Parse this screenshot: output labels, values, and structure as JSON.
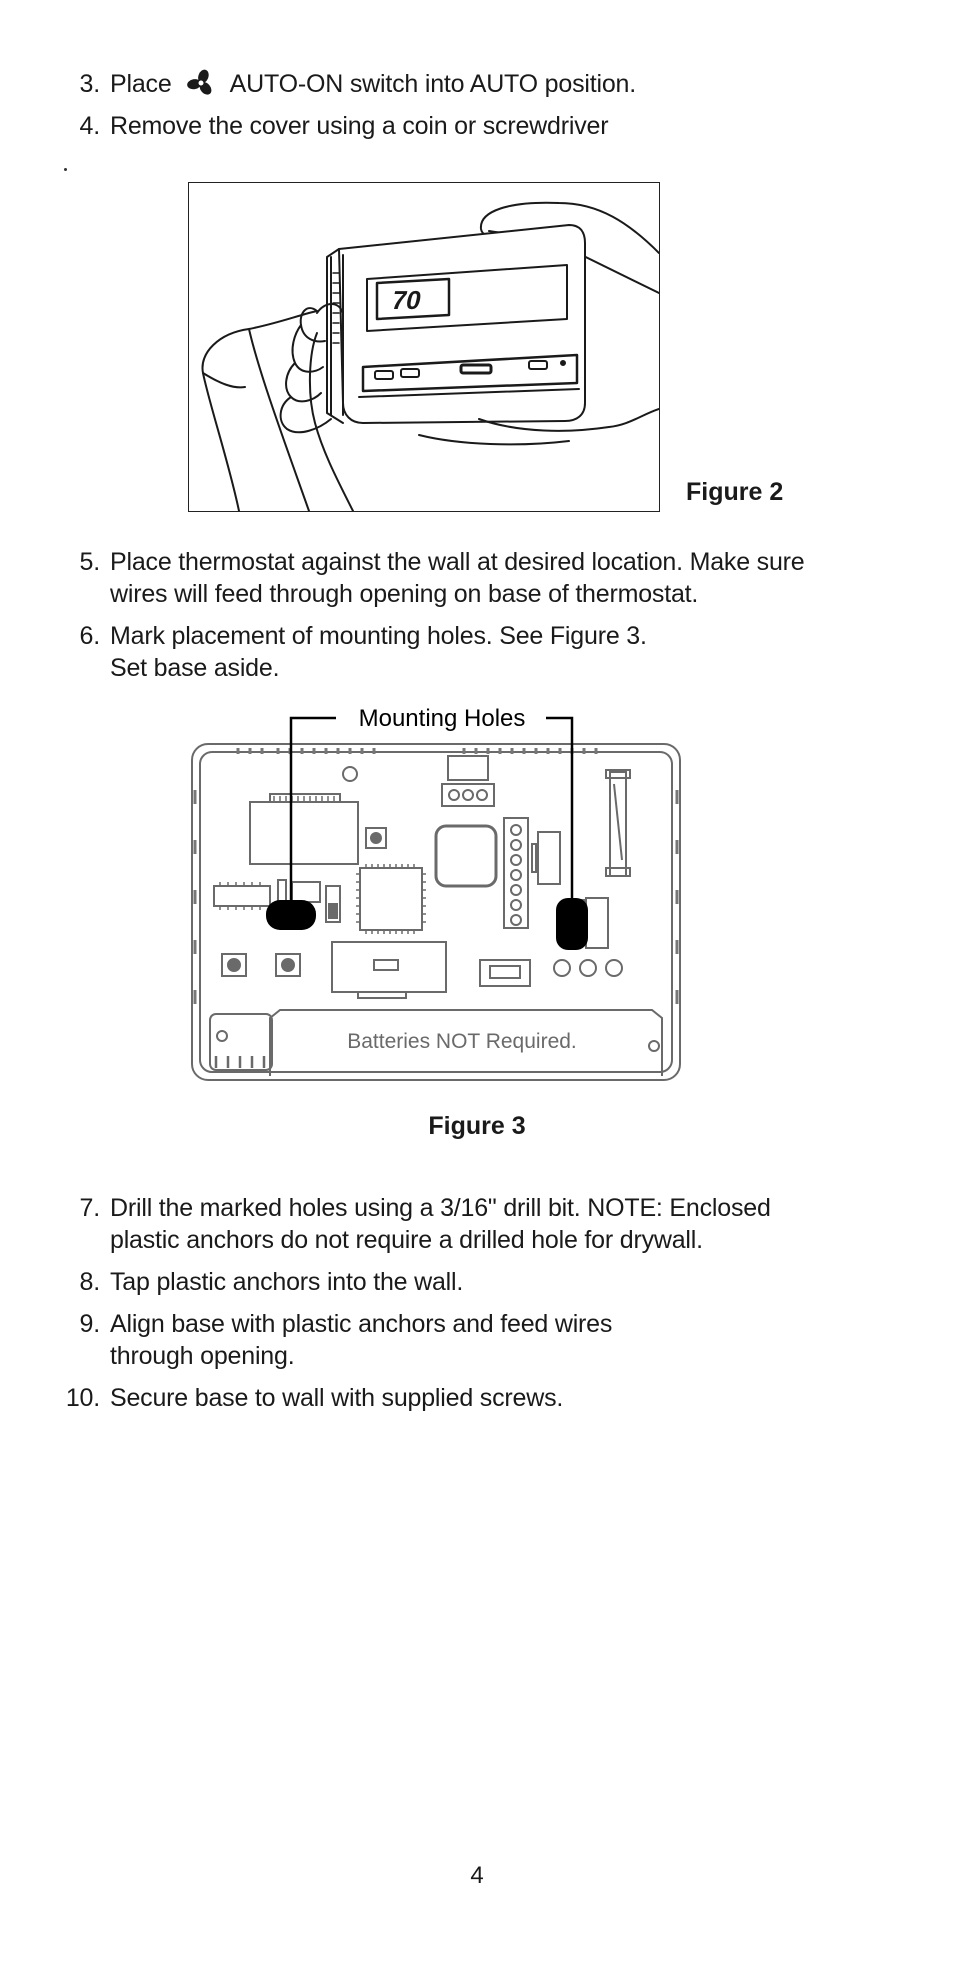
{
  "steps_top": [
    {
      "num": "3.",
      "before_icon": "Place",
      "icon": "fan-icon",
      "after_icon": "AUTO-ON switch into AUTO position."
    },
    {
      "num": "4.",
      "text": "Remove the cover using a coin or screwdriver"
    }
  ],
  "figure2": {
    "caption": "Figure 2",
    "display_reading": "70"
  },
  "steps_mid": [
    {
      "num": "5.",
      "lines": [
        "Place thermostat against the wall at desired location. Make sure",
        "wires will feed through opening on base of thermostat."
      ]
    },
    {
      "num": "6.",
      "lines": [
        "Mark placement of mounting holes. See Figure 3.",
        "Set base aside."
      ]
    }
  ],
  "figure3": {
    "caption": "Figure 3",
    "callout": "Mounting Holes",
    "battery_label": "Batteries NOT Required."
  },
  "steps_bottom": [
    {
      "num": "7.",
      "lines": [
        "Drill the marked holes using a 3/16\" drill bit. NOTE: Enclosed",
        "plastic anchors do not require a drilled hole for drywall."
      ]
    },
    {
      "num": "8.",
      "lines": [
        "Tap plastic anchors into the wall."
      ]
    },
    {
      "num": "9.",
      "lines": [
        "Align base with plastic anchors and feed wires",
        "through opening."
      ]
    },
    {
      "num": "10.",
      "lines": [
        "Secure base to wall with supplied screws."
      ]
    }
  ],
  "page_number": "4"
}
